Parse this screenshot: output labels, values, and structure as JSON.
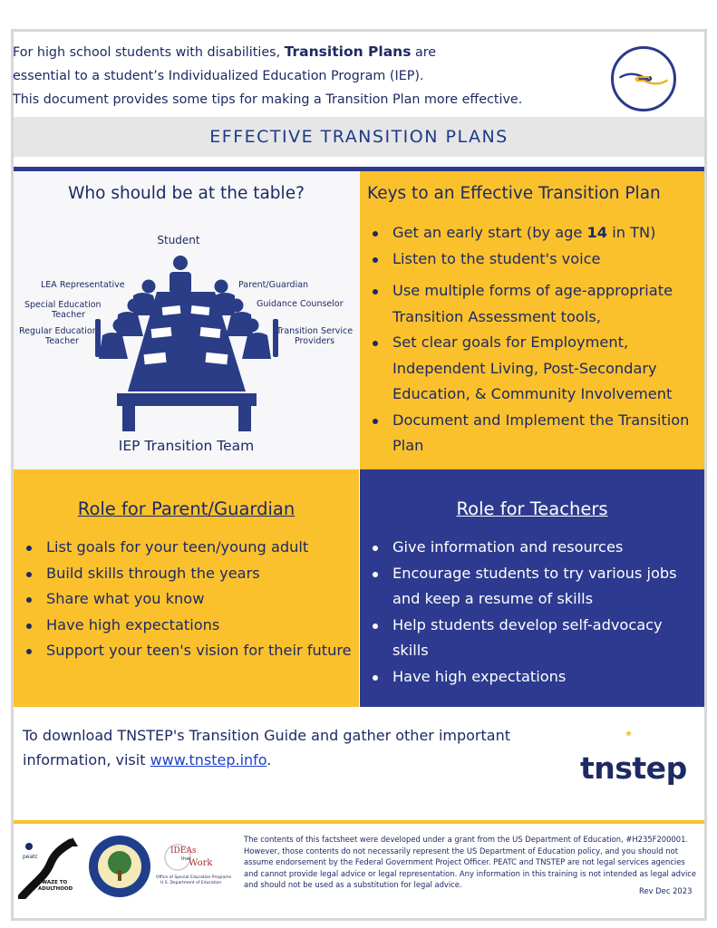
{
  "intro": {
    "line1_pre": "For high school students with disabilities, ",
    "line1_bold": "Transition Plans",
    "line1_post": " are",
    "line2": "essential to a student’s Individualized Education Program (IEP).",
    "line3": "This document provides some tips for making a Transition Plan more effective."
  },
  "title": "EFFECTIVE TRANSITION PLANS",
  "table_section": {
    "heading": "Who should be at the table?",
    "roles": {
      "student": "Student",
      "lea": "LEA Representative",
      "sped1": "Special Education",
      "sped2": "Teacher",
      "reg1": "Regular Education",
      "reg2": "Teacher",
      "parent": "Parent/Guardian",
      "guidance": "Guidance Counselor",
      "tsp1": "Transition Service",
      "tsp2": "Providers"
    },
    "team_label": "IEP Transition Team"
  },
  "keys": {
    "heading": "Keys to an Effective Transition Plan",
    "items": [
      {
        "pre": "Get an early start (by age ",
        "bold": "14",
        "post": " in TN)"
      },
      {
        "text": "Listen to the student's voice"
      },
      {
        "text": "Use multiple forms of age-appropriate Transition Assessment tools,"
      },
      {
        "text": "Set clear goals for Employment, Independent Living, Post-Secondary Education, & Community Involvement"
      },
      {
        "text": "Document and Implement the Transition Plan"
      }
    ]
  },
  "parent": {
    "heading": "Role for Parent/Guardian",
    "items": [
      "List goals for your teen/young adult",
      "Build skills through the years",
      "Share what you know",
      "Have high expectations",
      "Support your teen's vision for their future"
    ]
  },
  "teachers": {
    "heading": "Role for Teachers",
    "items": [
      "Give information and resources",
      "Encourage students to try various jobs and keep a resume of skills",
      "Help students develop self-advocacy skills",
      "Have high expectations"
    ]
  },
  "download": {
    "line1": "To download TNSTEP's Transition Guide and gather other important",
    "line2_pre": "information, visit ",
    "link": "www.tnstep.info",
    "line2_post": "."
  },
  "logos": {
    "tnstep": "tnstep",
    "peatc": "peatc",
    "waze1": "WAZE TO",
    "waze2": "ADULTHOOD",
    "ideas1": "IDEAs",
    "ideas2": "that",
    "ideas3": "Work",
    "osep1": "Office of Special Education Programs",
    "osep2": "U.S. Department of Education"
  },
  "disclaimer": "The contents of this factsheet were developed under a grant from the US Department of Education, #H235F200001. However, those contents do not necessarily represent the US Department of Education policy, and you should not assume endorsement by the Federal Government Project Officer. PEATC and TNSTEP are not legal services agencies and cannot provide legal advice or legal representation. Any information in this training is not intended as legal advice and should not be used as a substitution for legal advice.",
  "revision": "Rev Dec 2023",
  "colors": {
    "navy": "#2d3a8f",
    "gold": "#fbc12d",
    "text": "#1d2a63",
    "link": "#1f3fcf"
  }
}
